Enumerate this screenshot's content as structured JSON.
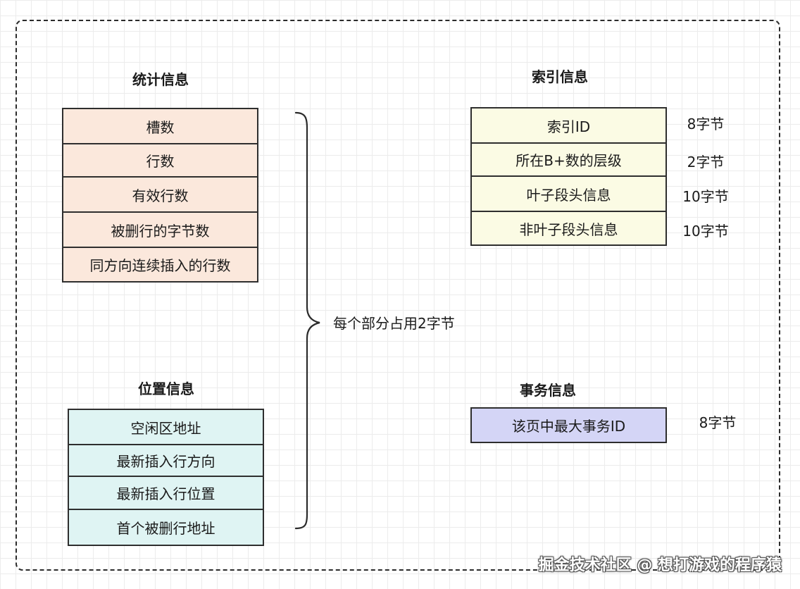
{
  "stats": {
    "heading": "统计信息",
    "items": [
      "槽数",
      "行数",
      "有效行数",
      "被删行的字节数",
      "同方向连续插入的行数"
    ]
  },
  "position": {
    "heading": "位置信息",
    "items": [
      "空闲区地址",
      "最新插入行方向",
      "最新插入行位置",
      "首个被删行地址"
    ]
  },
  "brace_label": "每个部分占用2字节",
  "index": {
    "heading": "索引信息",
    "items": [
      {
        "label": "索引ID",
        "size": "8字节"
      },
      {
        "label": "所在B+数的层级",
        "size": "2字节"
      },
      {
        "label": "叶子段头信息",
        "size": "10字节"
      },
      {
        "label": "非叶子段头信息",
        "size": "10字节"
      }
    ]
  },
  "transaction": {
    "heading": "事务信息",
    "items": [
      {
        "label": "该页中最大事务ID",
        "size": "8字节"
      }
    ]
  },
  "watermark": "掘金技术社区 @ 想打游戏的程序猿",
  "colors": {
    "stats_fill": "#fbe8dc",
    "position_fill": "#dff4f3",
    "index_fill": "#fbfbe4",
    "transaction_fill": "#d4d5f6",
    "border": "#2e2e2e"
  }
}
